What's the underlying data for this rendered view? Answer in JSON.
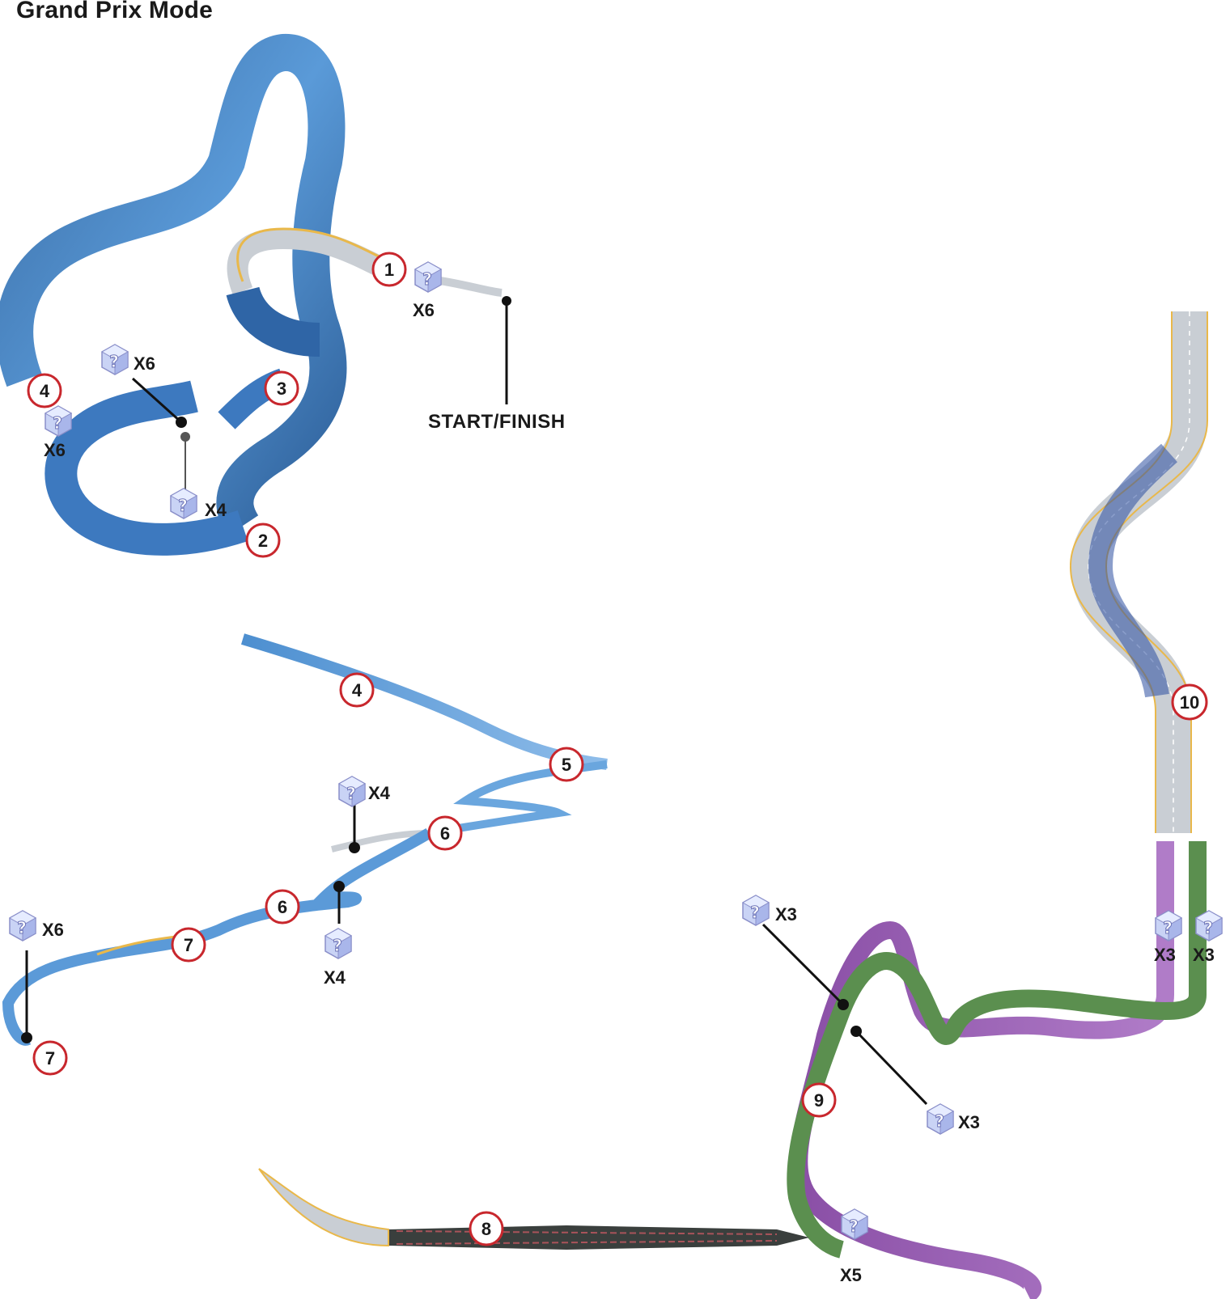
{
  "title": "Grand Prix Mode",
  "start_finish_label": "START/FINISH",
  "section_markers": [
    "1",
    "2",
    "3",
    "4",
    "4",
    "5",
    "6",
    "6",
    "7",
    "7",
    "8",
    "9",
    "10"
  ],
  "item_box_counts": [
    "X6",
    "X6",
    "X4",
    "X6",
    "X4",
    "X4",
    "X6",
    "X3",
    "X3",
    "X3",
    "X3",
    "X5"
  ],
  "colors": {
    "track_blue": "#4f8fd1",
    "track_dark_blue": "#2a5d96",
    "track_gray": "#c9ced4",
    "edge_yellow": "#e9b84a",
    "track_green": "#5b8f4f",
    "track_purple": "#9d63b5",
    "track_dark": "#3a3f3d",
    "marker_ring": "#c8272d",
    "marker_fill": "#ffffff",
    "item_box": "#b9c6f0"
  },
  "icons": [
    "item-box-icon",
    "pin-dot-icon",
    "section-marker-icon"
  ]
}
